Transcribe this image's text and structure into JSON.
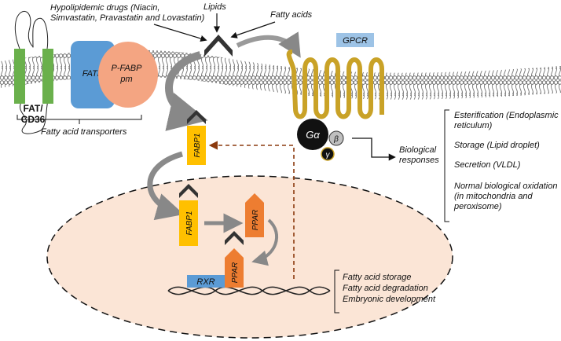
{
  "labels": {
    "drugs_line1": "Hypolipidemic drugs (Niacin,",
    "drugs_line2": "Simvastatin, Pravastatin and Lovastatin)",
    "lipids": "Lipids",
    "fatty_acids": "Fatty acids",
    "gpcr": "GPCR",
    "fatp": "FATP",
    "pfabp_line1": "P-FABP",
    "pfabp_line2": "pm",
    "fat_line1": "FAT/",
    "fat_line2": "CD36",
    "transporters": "Fatty acid transporters",
    "g_alpha": "Gα",
    "g_beta": "β",
    "g_gamma": "γ",
    "fabp1": "FABP1",
    "ppar": "PPAR",
    "rxr": "RXR",
    "bio_line1": "Biological",
    "bio_line2": "responses"
  },
  "responses": [
    [
      "Esterification (Endoplasmic",
      "reticulum)"
    ],
    [
      "Storage (Lipid droplet)"
    ],
    [
      "Secretion (VLDL)"
    ],
    [
      "Normal biological oxidation",
      "(in mitochondria and",
      "peroxisome)"
    ]
  ],
  "outcomes": [
    "Fatty acid storage",
    "Fatty acid degradation",
    "Embryonic development"
  ],
  "colors": {
    "fat_green": "#6ab04c",
    "fatp_blue": "#5b9bd5",
    "pfabp_salmon": "#f4a582",
    "gpcr_gold": "#c9a227",
    "gpcr_box": "#9dc3e6",
    "fabp_yellow": "#ffc000",
    "ppar_orange": "#ed7d31",
    "rxr_blue": "#5b9bd5",
    "nucleus_fill": "#fbe5d6",
    "dashed_arrow": "#8b3a0e",
    "lipid_dark": "#333333",
    "g_alpha": "#111111"
  }
}
